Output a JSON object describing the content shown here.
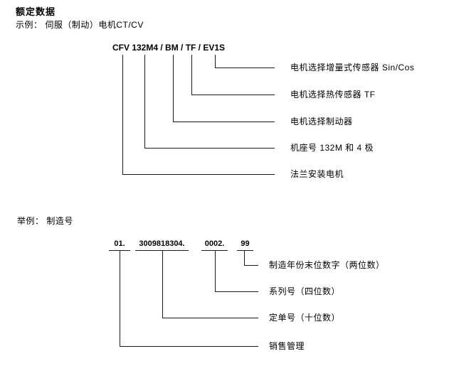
{
  "page": {
    "title": "额定数据",
    "example_line": "示例：  伺服（制动）电机CT/CV"
  },
  "type_code_diagram": {
    "code": "CFV 132M4 / BM / TF / EV1S",
    "callouts": [
      {
        "segment": "EV1S",
        "label": "电机选择增量式传感器 Sin/Cos"
      },
      {
        "segment": "TF",
        "label": "电机选择热传感器 TF"
      },
      {
        "segment": "BM",
        "label": "电机选择制动器"
      },
      {
        "segment": "132M4",
        "label": "机座号 132M 和 4 极"
      },
      {
        "segment": "CFV",
        "label": "法兰安装电机"
      }
    ]
  },
  "serial_diagram": {
    "heading": "举例：  制造号",
    "groups": [
      {
        "text": "01."
      },
      {
        "text": "3009818304."
      },
      {
        "text": "0002."
      },
      {
        "text": "99"
      }
    ],
    "callouts": [
      {
        "group": "99",
        "label": "制造年份末位数字（两位数）"
      },
      {
        "group": "0002.",
        "label": "系列号（四位数）"
      },
      {
        "group": "3009818304.",
        "label": "定单号（十位数）"
      },
      {
        "group": "01.",
        "label": "销售管理"
      }
    ]
  },
  "colors": {
    "background": "#ffffff",
    "text": "#000000",
    "line": "#1a1a1a"
  }
}
